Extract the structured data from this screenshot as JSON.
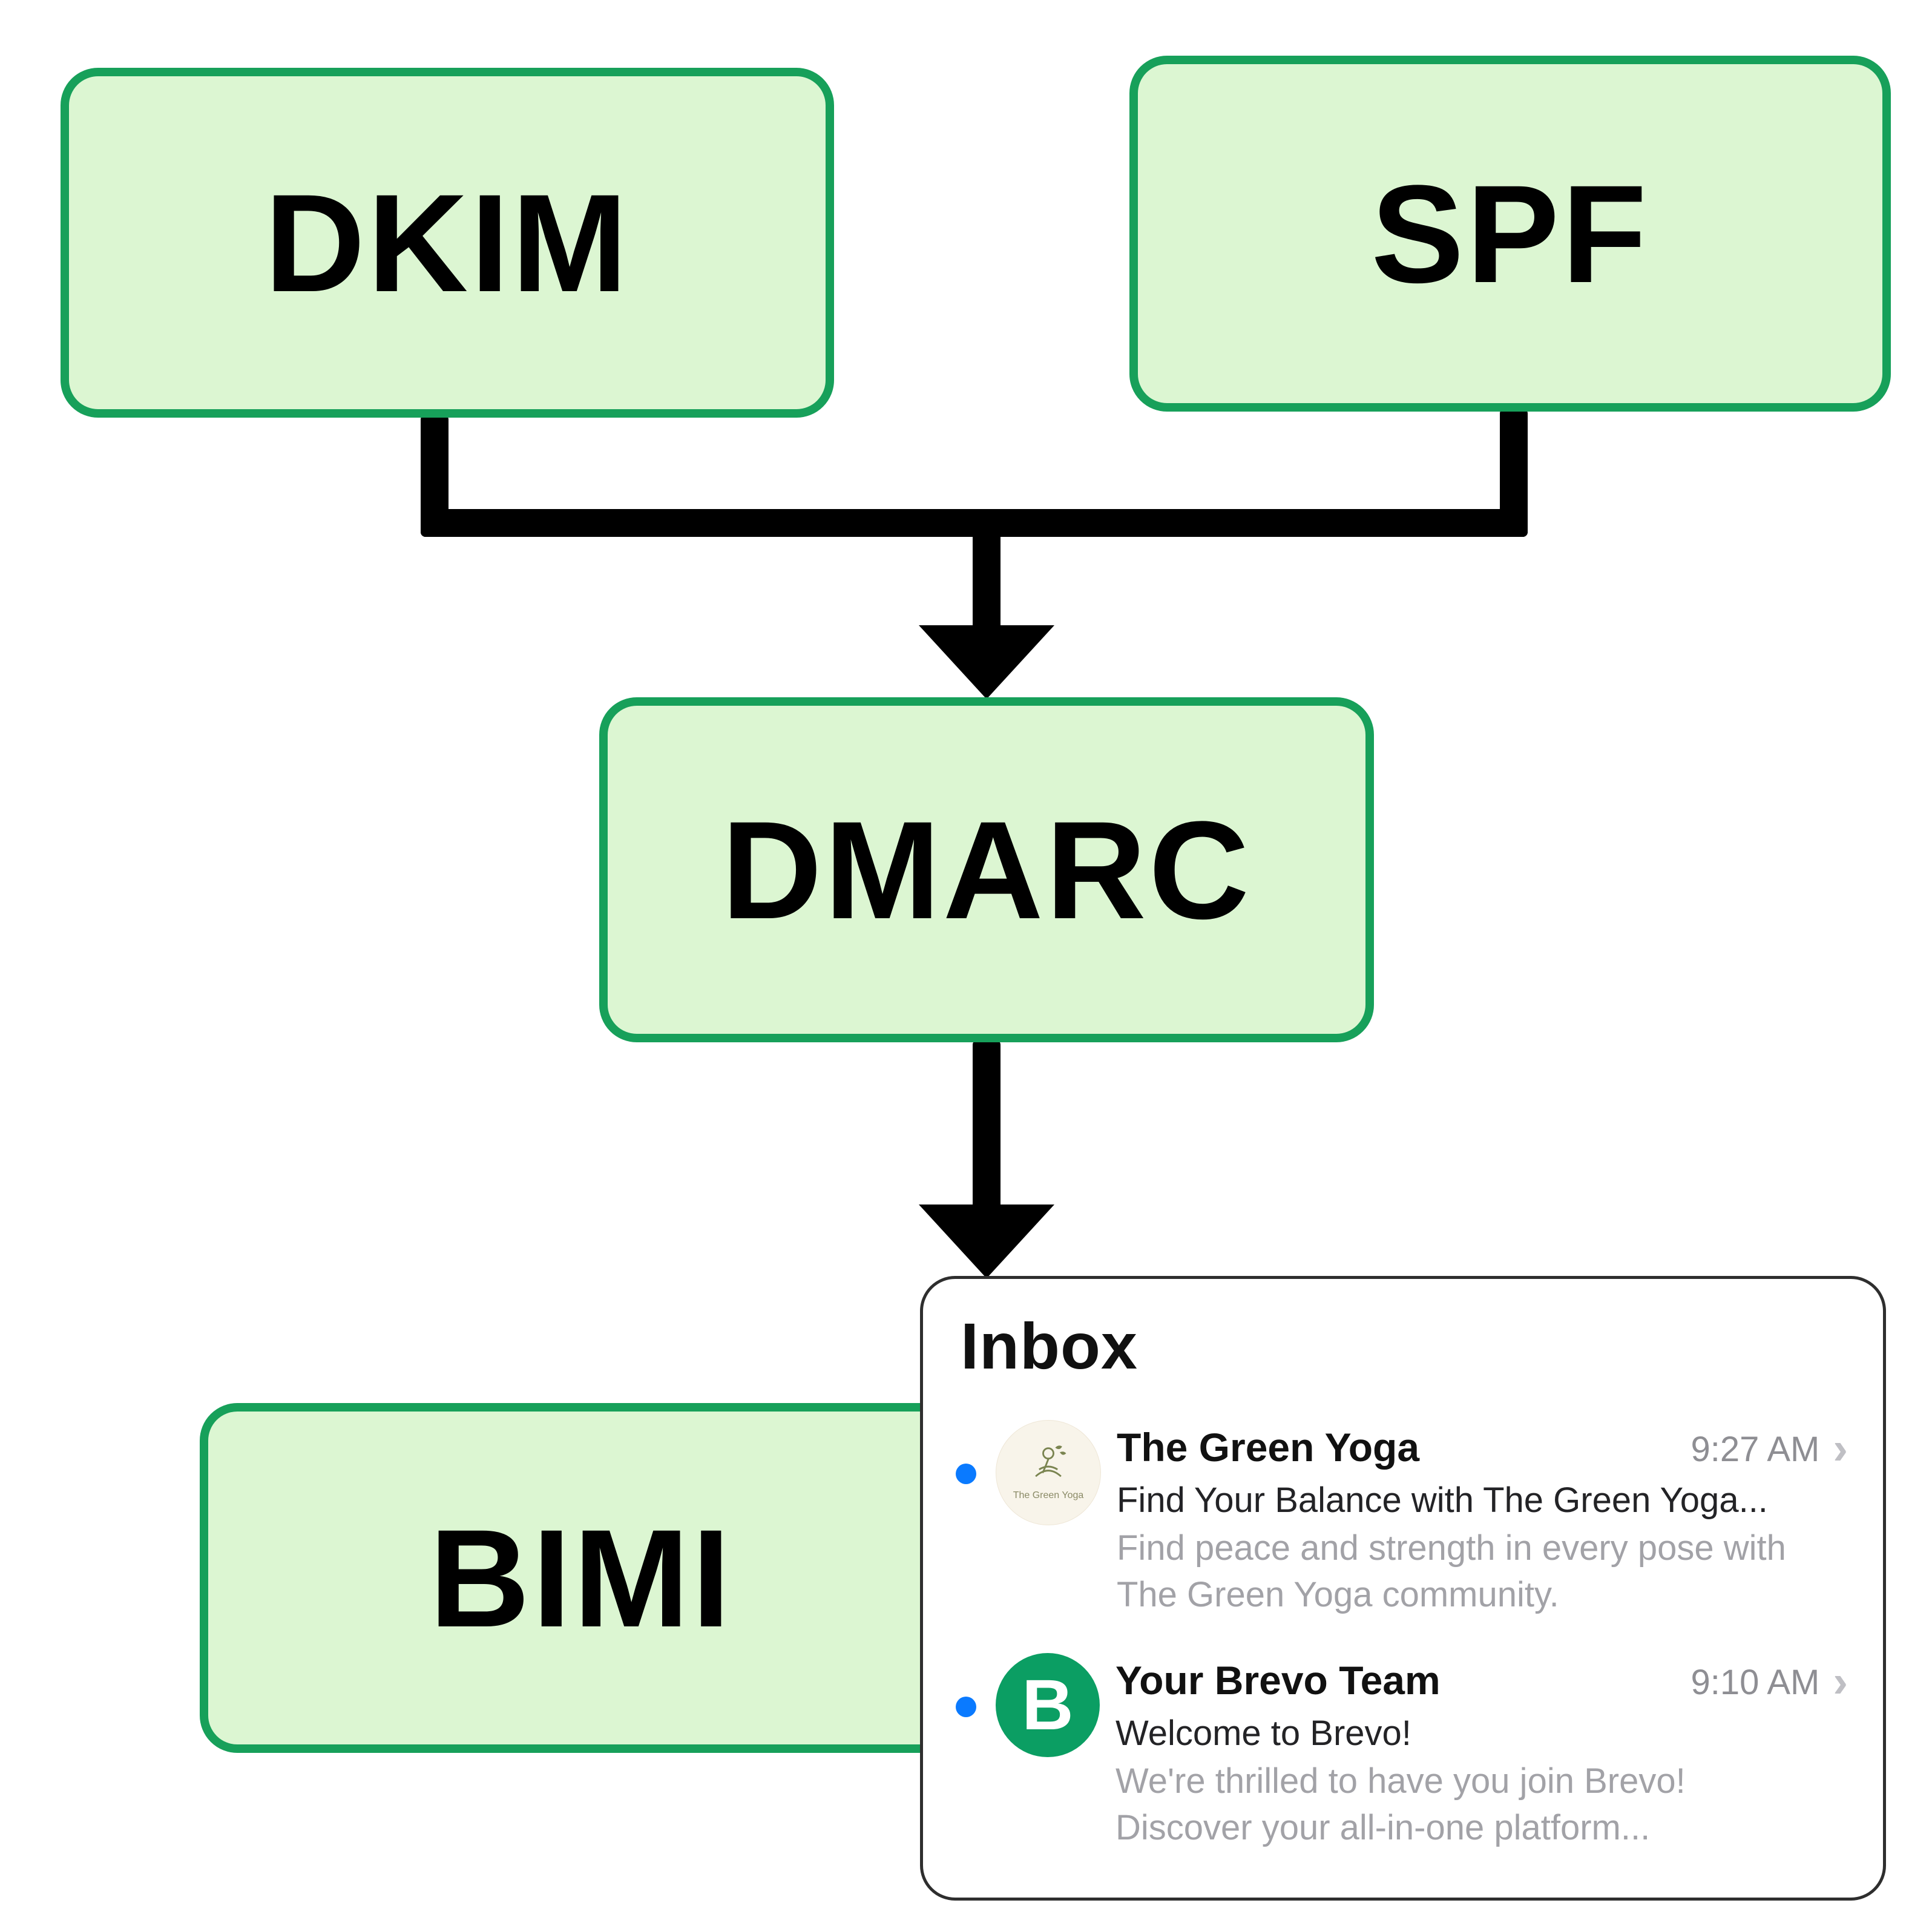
{
  "diagram": {
    "boxes": {
      "dkim": {
        "label": "DKIM"
      },
      "spf": {
        "label": "SPF"
      },
      "dmarc": {
        "label": "DMARC"
      },
      "bimi": {
        "label": "BIMI"
      }
    },
    "colors": {
      "box_fill": "#dcf6d2",
      "box_border": "#17a05a",
      "connector": "#000000"
    }
  },
  "inbox": {
    "title": "Inbox",
    "colors": {
      "unread_dot": "#0a7aff",
      "brevo_green": "#0b9e63"
    },
    "emails": [
      {
        "sender": "The Green Yoga",
        "time": "9:27 AM",
        "chevron": "›",
        "subject": "Find Your Balance with The Green Yoga...",
        "preview_line1": "Find peace and strength in every pose with",
        "preview_line2": "The Green Yoga community.",
        "avatar_label": "The Green Yoga",
        "unread": true
      },
      {
        "sender": "Your Brevo Team",
        "time": "9:10 AM",
        "chevron": "›",
        "subject": "Welcome to Brevo!",
        "preview_line1": "We're thrilled to have you join Brevo!",
        "preview_line2": "Discover your all-in-one platform...",
        "avatar_letter": "B",
        "unread": true
      }
    ]
  }
}
